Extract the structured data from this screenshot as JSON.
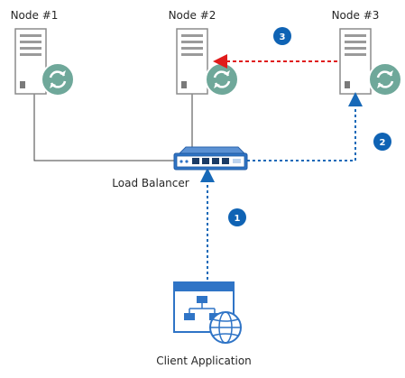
{
  "nodes": [
    {
      "label": "Node #1"
    },
    {
      "label": "Node #2"
    },
    {
      "label": "Node #3"
    }
  ],
  "load_balancer": {
    "label": "Load Balancer"
  },
  "client": {
    "label": "Client Application"
  },
  "steps": [
    {
      "number": "1"
    },
    {
      "number": "2"
    },
    {
      "number": "3"
    }
  ],
  "colors": {
    "server_fill": "#ffffff",
    "server_stroke": "#8c8c8c",
    "sync_badge": "#6fa89a",
    "step_badge": "#0f63b4",
    "blue_arrow": "#1769b8",
    "red_arrow": "#e01b1b",
    "lb_body": "#2f74c6",
    "solid_line": "#404040"
  },
  "icons": {
    "server": "server-tower-icon",
    "sync": "sync-refresh-icon",
    "load_balancer": "network-switch-icon",
    "client": "web-application-icon"
  }
}
